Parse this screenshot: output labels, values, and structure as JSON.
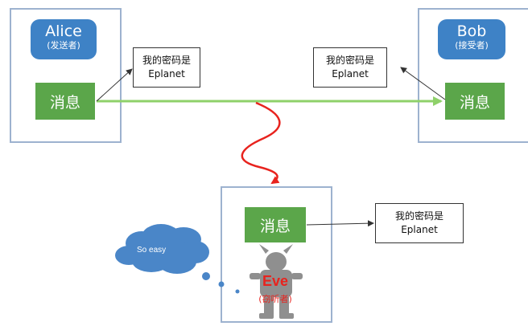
{
  "alice": {
    "name": "Alice",
    "role": "(发送者)"
  },
  "bob": {
    "name": "Bob",
    "role": "(接受者)"
  },
  "eve": {
    "name": "Eve",
    "role": "(窃听者)"
  },
  "message_label": "消息",
  "note": {
    "line1": "我的密码是",
    "line2": "Eplanet"
  },
  "cloud_text": "So easy",
  "colors": {
    "frame_border": "#9db2cf",
    "role_fill": "#3e82c6",
    "message_fill": "#5ba64a",
    "channel_line": "#8fd16a",
    "intercept_line": "#e8231e",
    "cloud_fill": "#4a86c8",
    "eve_text": "#e8231e"
  },
  "icons": {
    "eve_figure": "armored-warrior-icon"
  }
}
